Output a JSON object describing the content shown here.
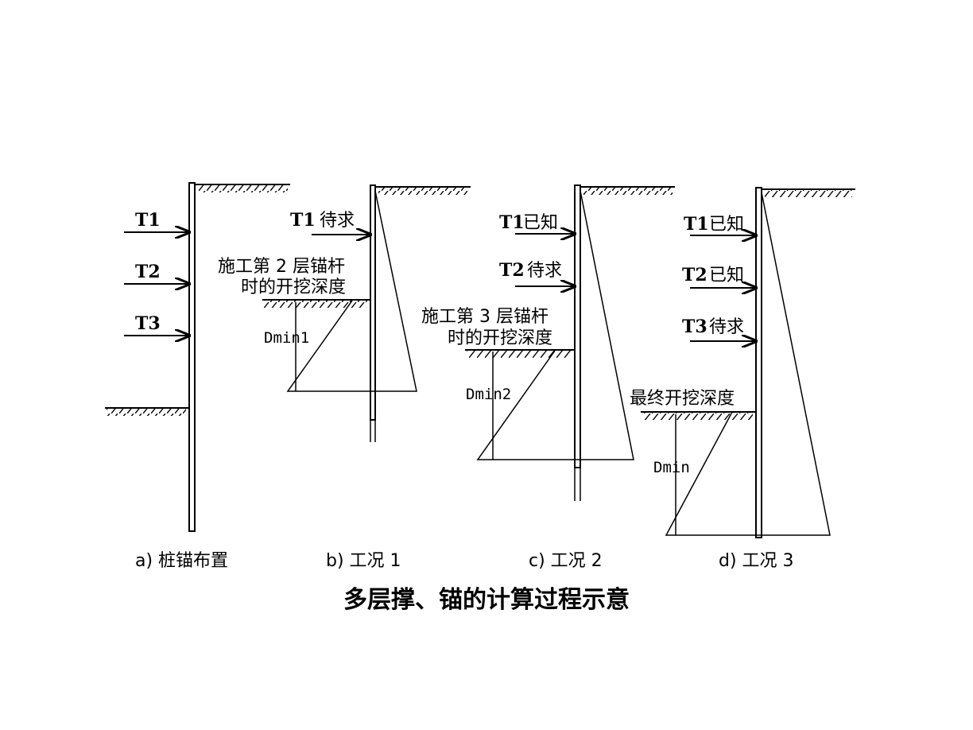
{
  "title": "多层撑、锚的计算过程示意",
  "panels": {
    "a": {
      "caption": "a) 桩锚布置",
      "loads": [
        "T1",
        "T2",
        "T3"
      ]
    },
    "b": {
      "caption": "b) 工况 1",
      "load1": "T1",
      "status1": "待求",
      "excavation_line1": "施工第 2 层锚杆",
      "excavation_line2": "时的开挖深度",
      "depth": "Dmin1"
    },
    "c": {
      "caption": "c) 工况 2",
      "load1": "T1",
      "status1": "已知",
      "load2": "T2",
      "status2": "待求",
      "excavation_line1": "施工第 3 层锚杆",
      "excavation_line2": "时的开挖深度",
      "depth": "Dmin2"
    },
    "d": {
      "caption": "d) 工况 3",
      "load1": "T1",
      "status1": "已知",
      "load2": "T2",
      "status2": "已知",
      "load3": "T3",
      "status3": "待求",
      "excavation": "最终开挖深度",
      "depth": "Dmin"
    }
  }
}
